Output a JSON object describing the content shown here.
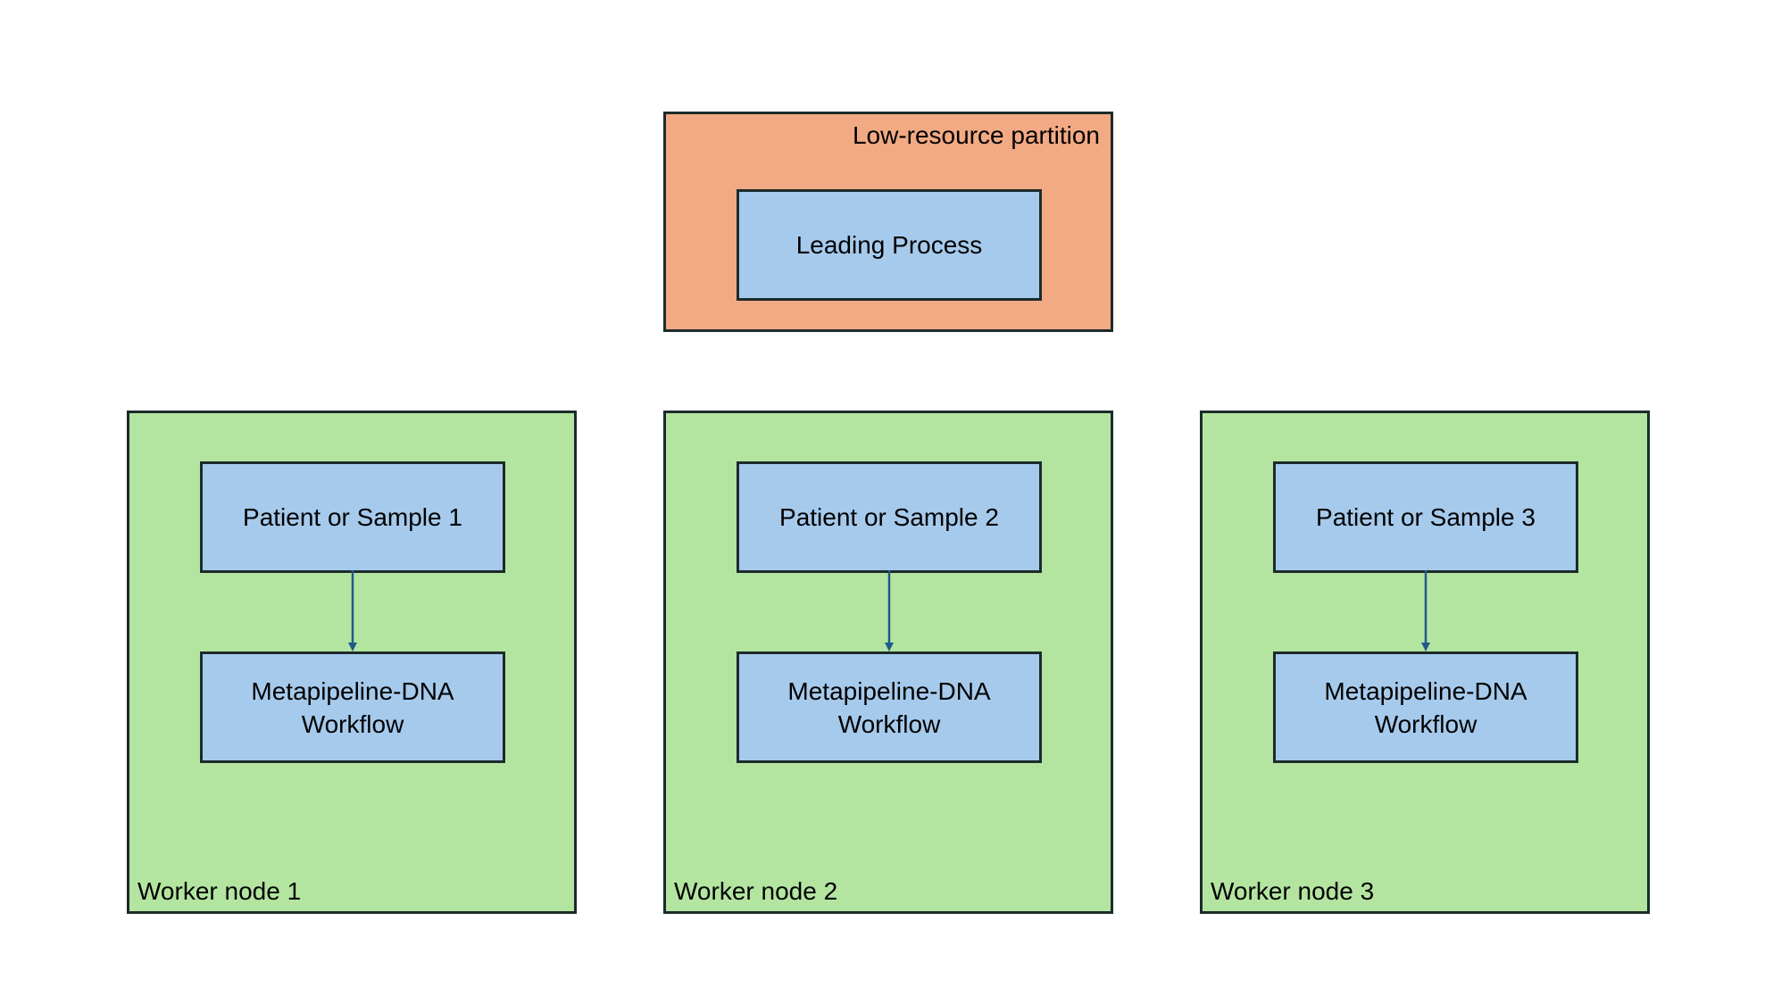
{
  "partition": {
    "label": "Low-resource partition",
    "process_label": "Leading Process"
  },
  "workers": [
    {
      "label": "Worker node 1",
      "sample_label": "Patient or Sample 1",
      "workflow_label": "Metapipeline-DNA\nWorkflow"
    },
    {
      "label": "Worker node 2",
      "sample_label": "Patient or Sample 2",
      "workflow_label": "Metapipeline-DNA\nWorkflow"
    },
    {
      "label": "Worker node 3",
      "sample_label": "Patient or Sample 3",
      "workflow_label": "Metapipeline-DNA\nWorkflow"
    }
  ],
  "colors": {
    "partition_fill": "#f2aa84",
    "worker_fill": "#b3e5a1",
    "box_fill": "#a6caec",
    "border": "#1c2b2b",
    "arrow": "#1f5a8a"
  }
}
